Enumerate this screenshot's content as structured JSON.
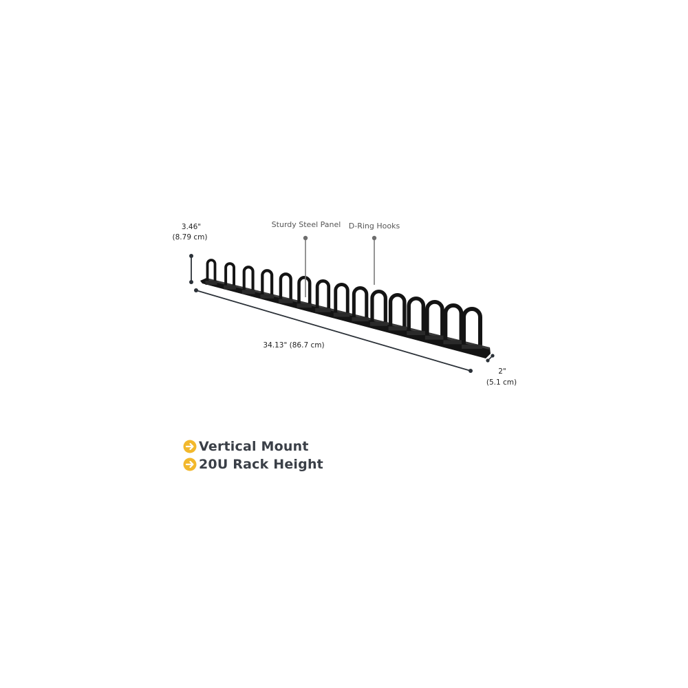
{
  "dimensions": {
    "height": {
      "imperial": "3.46\"",
      "metric": "(8.79 cm)"
    },
    "length": {
      "label": "34.13\" (86.7 cm)"
    },
    "depth": {
      "imperial": "2\"",
      "metric": "(5.1 cm)"
    }
  },
  "callouts": {
    "panel": "Sturdy Steel Panel",
    "hooks": "D-Ring Hooks"
  },
  "features": [
    {
      "icon": "arrow-right-circle-icon",
      "label": "Vertical Mount"
    },
    {
      "icon": "arrow-right-circle-icon",
      "label": "20U Rack Height"
    }
  ],
  "colors": {
    "accent": "#f2b82c",
    "product": "#141414",
    "dimension_line": "#2b3138",
    "feature_text": "#3a3f47"
  },
  "product": {
    "hook_count": 15
  }
}
